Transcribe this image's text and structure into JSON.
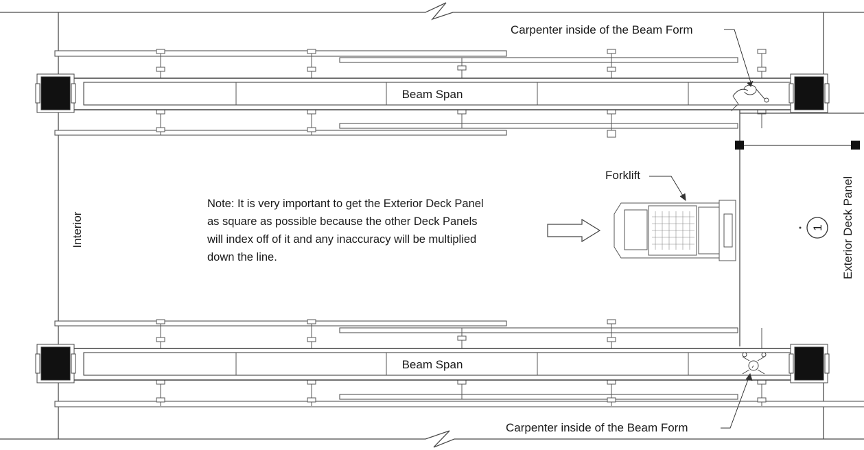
{
  "labels": {
    "top_carpenter": "Carpenter inside of  the Beam Form",
    "bottom_carpenter": "Carpenter inside of  the Beam Form",
    "beam_span_top": "Beam Span",
    "beam_span_bottom": "Beam Span",
    "forklift": "Forklift",
    "interior": "Interior",
    "exterior_deck_panel": "Exterior Deck Panel",
    "panel_number": "1"
  },
  "note": {
    "lines": [
      "Note: It is very important to get the Exterior Deck Panel",
      "as square as possible because the other Deck Panels",
      "will index off of it and any inaccuracy will be multiplied",
      "down the line."
    ]
  }
}
